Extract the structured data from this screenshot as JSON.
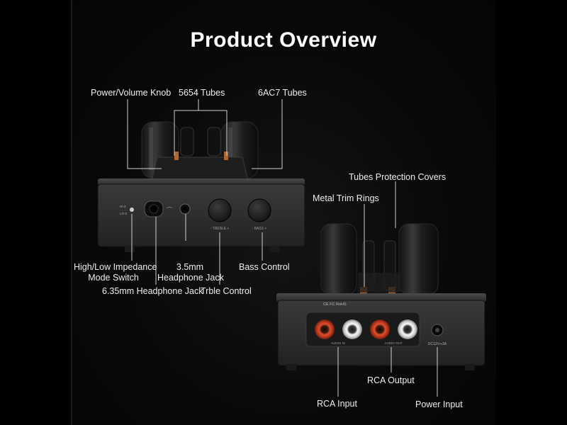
{
  "title": "Product Overview",
  "labels": {
    "power_volume_knob": "Power/Volume Knob",
    "tubes_5654": "5654 Tubes",
    "tubes_6ac7": "6AC7 Tubes",
    "impedance_switch_line1": "High/Low Impedance",
    "impedance_switch_line2": "Mode Switch",
    "jack_35_line1": "3.5mm",
    "jack_35_line2": "Headphone Jack",
    "jack_635": "6.35mm Headphone Jack",
    "bass_control": "Bass Control",
    "treble_control": "Trble Control",
    "tubes_protection_covers": "Tubes Protection Covers",
    "metal_trim_rings": "Metal Trim Rings",
    "rca_output": "RCA Output",
    "rca_input": "RCA Input",
    "power_input": "Power Input"
  },
  "device_markings": {
    "front_hi": "HI-Z",
    "front_lo": "LO-Z",
    "treble": "- TREBLE +",
    "bass": "- BASS +",
    "rear_cert": "CE FC RoHS",
    "rear_audio_in": "AUDIO IN",
    "rear_audio_out": "AUDIO OUT",
    "rear_dc": "DC12V⎓3A"
  },
  "colors": {
    "background": "#000000",
    "text": "#ffffff",
    "device_body": "#2e2e30",
    "rca_red": "#c8381e",
    "rca_white": "#e8e8e8",
    "copper": "#b5652c"
  }
}
